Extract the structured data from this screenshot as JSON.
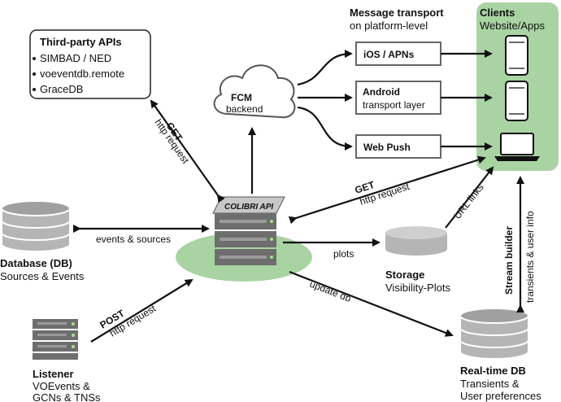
{
  "third_party": {
    "title": "Third-party APIs",
    "items": [
      "SIMBAD / NED",
      "voeventdb.remote",
      "GraceDB"
    ]
  },
  "fcm": {
    "line1": "FCM",
    "line2": "backend"
  },
  "message_transport": {
    "title": "Message transport",
    "subtitle": "on platform-level"
  },
  "transport_boxes": {
    "ios": "iOS / APNs",
    "android_title": "Android",
    "android_sub": "transport layer",
    "webpush": "Web Push"
  },
  "clients": {
    "title": "Clients",
    "subtitle": "Website/Apps"
  },
  "api": {
    "label": "COLIBRI API"
  },
  "edges": {
    "get_thirdparty_method": "GET",
    "get_thirdparty_sub": "http request",
    "events_sources": "events & sources",
    "plots": "plots",
    "get_clients_method": "GET",
    "get_clients_sub": "http request",
    "url_links": "URL links",
    "update_db": "update db",
    "post_method": "POST",
    "post_sub": "http request",
    "stream_builder": "Stream builder",
    "stream_sub": "transients & user info"
  },
  "database": {
    "title": "Database (DB)",
    "subtitle": "Sources & Events"
  },
  "storage": {
    "title": "Storage",
    "subtitle": "Visibility-Plots"
  },
  "listener": {
    "title": "Listener",
    "line1": "VOEvents &",
    "line2": "GCNs & TNSs"
  },
  "realtime_db": {
    "title": "Real-time DB",
    "line1": "Transients &",
    "line2": "User preferences"
  },
  "colors": {
    "green": "#a9d3a3",
    "server": "#6e6e6e",
    "cylinder": "#b5b5b5"
  }
}
